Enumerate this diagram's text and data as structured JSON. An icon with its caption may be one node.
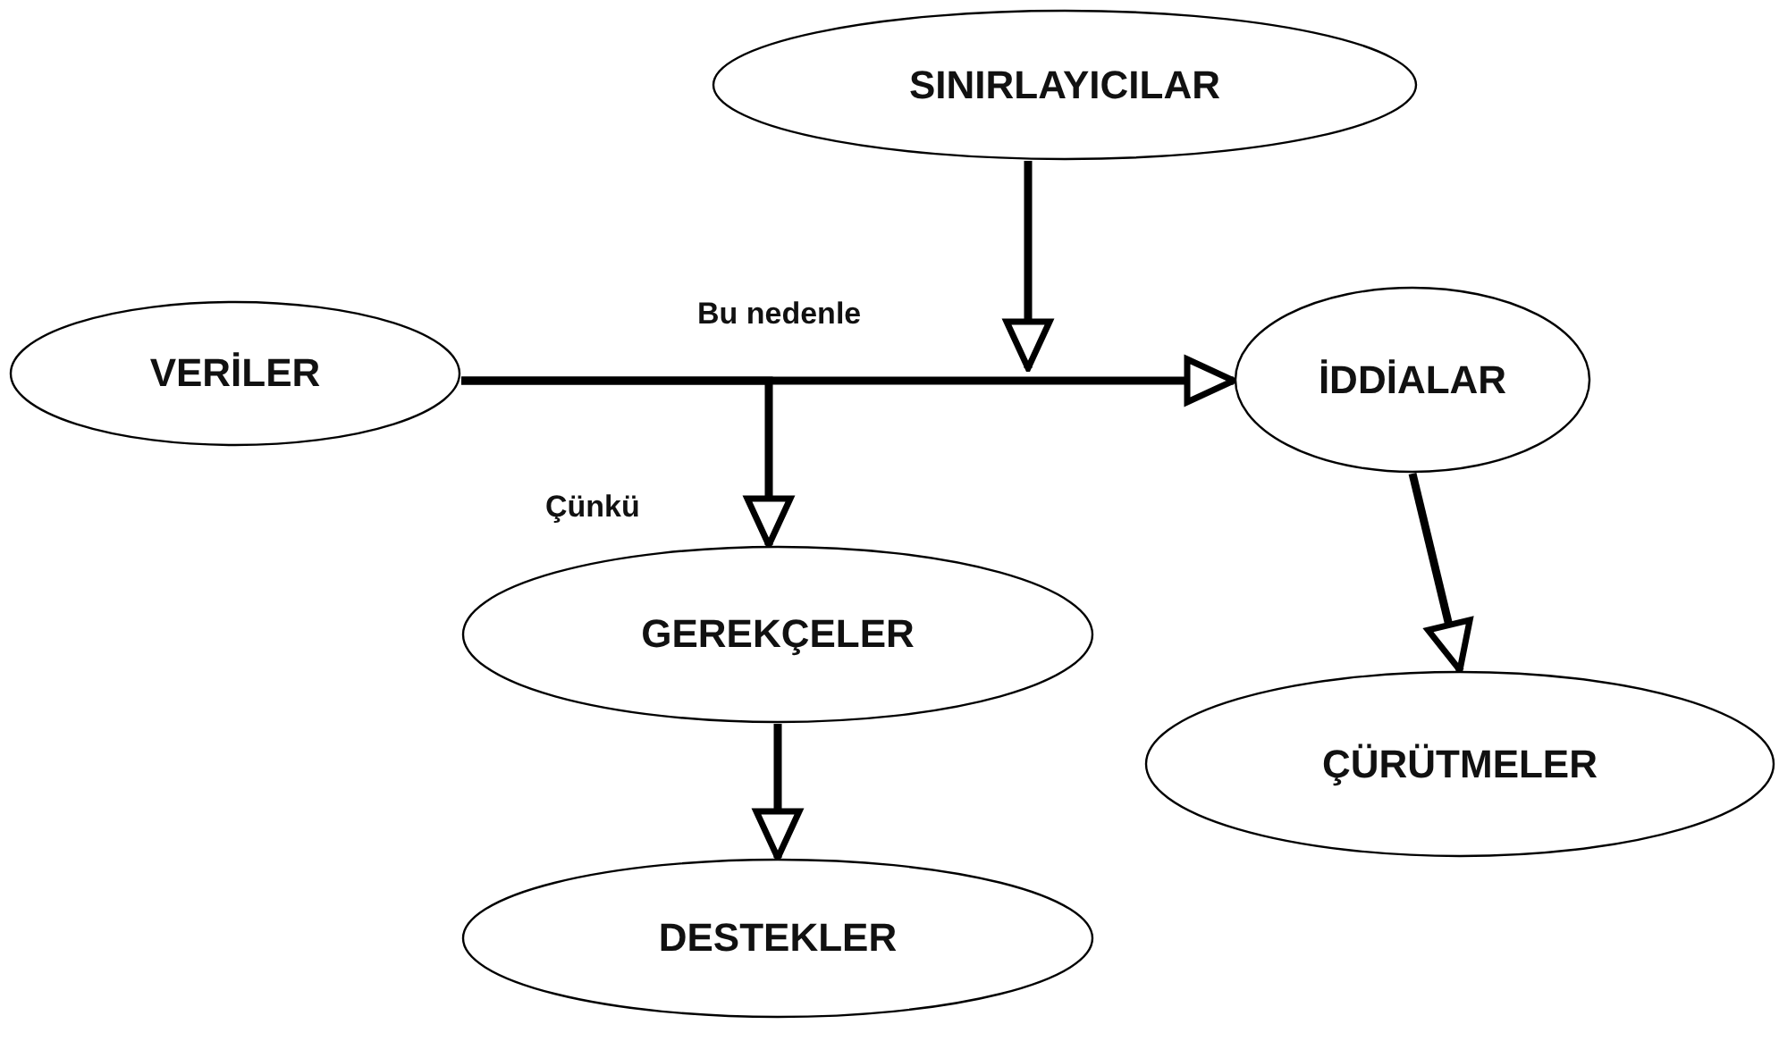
{
  "diagram": {
    "nodes": [
      {
        "text": [
          "SINIRLAYICILAR"
        ]
      },
      {
        "text": [
          "VERİLER"
        ]
      },
      {
        "text": [
          "İDDİALAR"
        ]
      },
      {
        "text": [
          "GEREKÇELER"
        ]
      },
      {
        "text": [
          "ÇÜRÜTMELER"
        ]
      },
      {
        "text": [
          "DESTEKLER"
        ]
      }
    ],
    "edges": [
      {
        "from": 1,
        "to": 2,
        "arrow": "to",
        "label": "Bu nedenle"
      },
      {
        "from": 0,
        "to": null,
        "arrow": "to"
      },
      {
        "from": 1,
        "to": 3,
        "arrow": "to",
        "label": "Çünkü"
      },
      {
        "from": 2,
        "to": 4,
        "arrow": "to"
      },
      {
        "from": 3,
        "to": 5,
        "arrow": "to"
      }
    ]
  }
}
